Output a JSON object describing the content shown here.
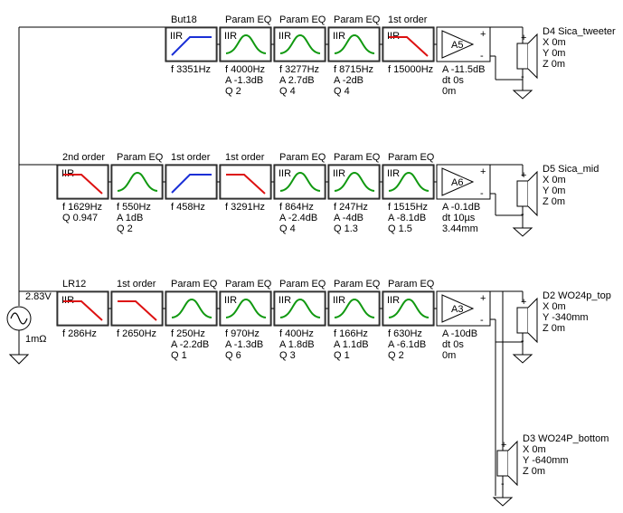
{
  "source": {
    "voltage": "2.83V",
    "impedance": "1mΩ"
  },
  "rows": [
    {
      "blocks": [
        {
          "title": "But18",
          "inner": "IIR",
          "curve": "hp",
          "params": [
            "f  3351Hz"
          ]
        },
        {
          "title": "Param EQ",
          "inner": "IIR",
          "curve": "bell",
          "params": [
            "f  4000Hz",
            "A  -1.3dB",
            "Q  2"
          ]
        },
        {
          "title": "Param EQ",
          "inner": "IIR",
          "curve": "bell",
          "params": [
            "f  3277Hz",
            "A  2.7dB",
            "Q  4"
          ]
        },
        {
          "title": "Param EQ",
          "inner": "IIR",
          "curve": "bell",
          "params": [
            "f  8715Hz",
            "A  -2dB",
            "Q  4"
          ]
        },
        {
          "title": "1st order",
          "inner": "IIR",
          "curve": "lp",
          "params": [
            "f  15000Hz"
          ]
        }
      ],
      "amp": {
        "label": "A5",
        "params": [
          "A  -11.5dB",
          "dt 0s",
          "0m"
        ]
      },
      "driver": {
        "name": "D4 Sica_tweeter",
        "color": "#e08a00",
        "coords": [
          "X 0m",
          "Y 0m",
          "Z 0m"
        ]
      }
    },
    {
      "blocks": [
        {
          "title": "2nd order",
          "inner": "IIR",
          "curve": "lp",
          "params": [
            "f  1629Hz",
            "Q  0.947"
          ]
        },
        {
          "title": "Param EQ",
          "inner": "",
          "curve": "bell",
          "params": [
            "f  550Hz",
            "A  1dB",
            "Q  2"
          ]
        },
        {
          "title": "1st order",
          "inner": "",
          "curve": "hp",
          "params": [
            "f  458Hz"
          ]
        },
        {
          "title": "1st order",
          "inner": "",
          "curve": "lp",
          "params": [
            "f  3291Hz"
          ]
        },
        {
          "title": "Param EQ",
          "inner": "IIR",
          "curve": "bell",
          "params": [
            "f  864Hz",
            "A  -2.4dB",
            "Q  4"
          ]
        },
        {
          "title": "Param EQ",
          "inner": "IIR",
          "curve": "bell",
          "params": [
            "f  247Hz",
            "A  -4dB",
            "Q  1.3"
          ]
        },
        {
          "title": "Param EQ",
          "inner": "IIR",
          "curve": "bell",
          "params": [
            "f  1515Hz",
            "A  -8.1dB",
            "Q  1.5"
          ]
        }
      ],
      "amp": {
        "label": "A6",
        "params": [
          "A  -0.1dB",
          "dt 10µs",
          "3.44mm"
        ]
      },
      "driver": {
        "name": "D5 Sica_mid",
        "color": "#1f3fbf",
        "coords": [
          "X 0m",
          "Y 0m",
          "Z 0m"
        ]
      }
    },
    {
      "blocks": [
        {
          "title": "LR12",
          "inner": "IIR",
          "curve": "lp",
          "params": [
            "f  286Hz"
          ]
        },
        {
          "title": "1st order",
          "inner": "",
          "curve": "lp",
          "params": [
            "f  2650Hz"
          ]
        },
        {
          "title": "Param EQ",
          "inner": "",
          "curve": "bell",
          "params": [
            "f  250Hz",
            "A  -2.2dB",
            "Q  1"
          ]
        },
        {
          "title": "Param EQ",
          "inner": "IIR",
          "curve": "bell",
          "params": [
            "f  970Hz",
            "A  -1.3dB",
            "Q  6"
          ]
        },
        {
          "title": "Param EQ",
          "inner": "IIR",
          "curve": "bell",
          "params": [
            "f  400Hz",
            "A  1.8dB",
            "Q  3"
          ]
        },
        {
          "title": "Param EQ",
          "inner": "IIR",
          "curve": "bell",
          "params": [
            "f  166Hz",
            "A  1.1dB",
            "Q  1"
          ]
        },
        {
          "title": "Param EQ",
          "inner": "IIR",
          "curve": "bell",
          "params": [
            "f  630Hz",
            "A  -6.1dB",
            "Q  2"
          ]
        }
      ],
      "amp": {
        "label": "A3",
        "params": [
          "A  -10dB",
          "dt 0s",
          "0m"
        ]
      },
      "driver": {
        "name": "D2 WO24p_top",
        "color": "#cc1111",
        "coords": [
          "X 0m",
          "Y -340mm",
          "Z 0m"
        ]
      }
    }
  ],
  "extra_driver": {
    "name": "D3 WO24P_bottom",
    "color": "#1a8a1a",
    "coords": [
      "X 0m",
      "Y -640mm",
      "Z 0m"
    ]
  },
  "colors": {
    "hp_curve": "#1a2fd6",
    "lp_curve": "#dd1111",
    "bell_curve": "#119911",
    "wire": "#000000"
  }
}
